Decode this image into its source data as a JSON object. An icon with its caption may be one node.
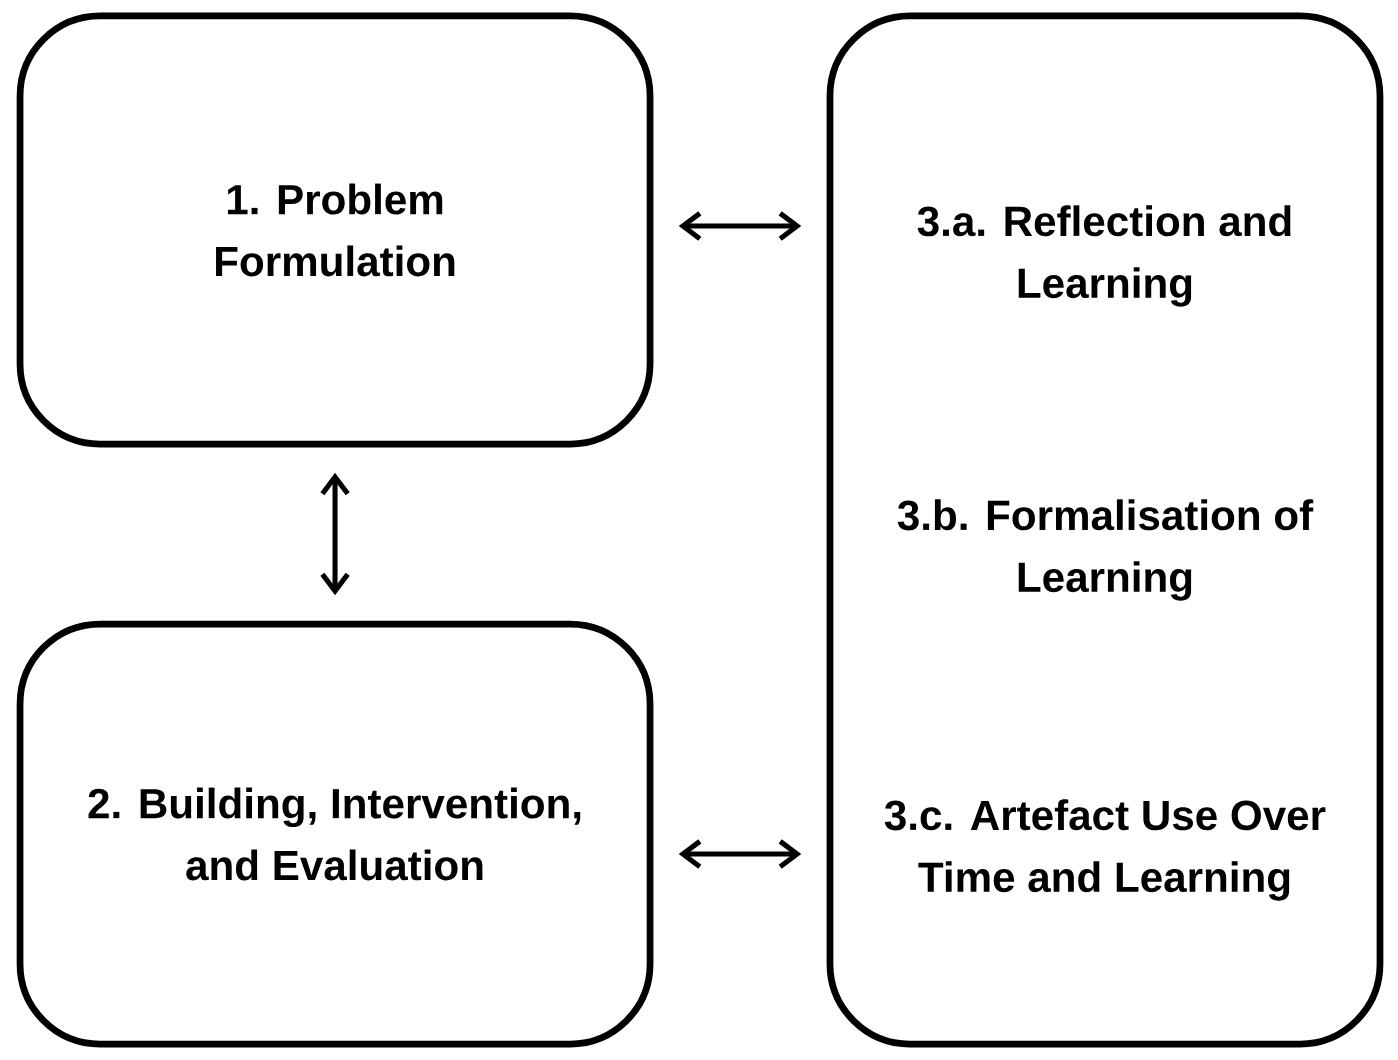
{
  "diagram": {
    "nodes": [
      {
        "text": [
          "1. Problem Formulation"
        ]
      },
      {
        "text": [
          "2. Building, Intervention, and Evaluation"
        ]
      },
      {
        "text": [
          "3.a. Reflection and Learning",
          "3.b. Formalisation of Learning",
          "3.c. Artefact Use Over Time and Learning"
        ]
      }
    ],
    "edges": [
      {
        "from": 0,
        "to": 2,
        "arrow": "both"
      },
      {
        "from": 0,
        "to": 1,
        "arrow": "both"
      },
      {
        "from": 1,
        "to": 2,
        "arrow": "both"
      }
    ]
  }
}
